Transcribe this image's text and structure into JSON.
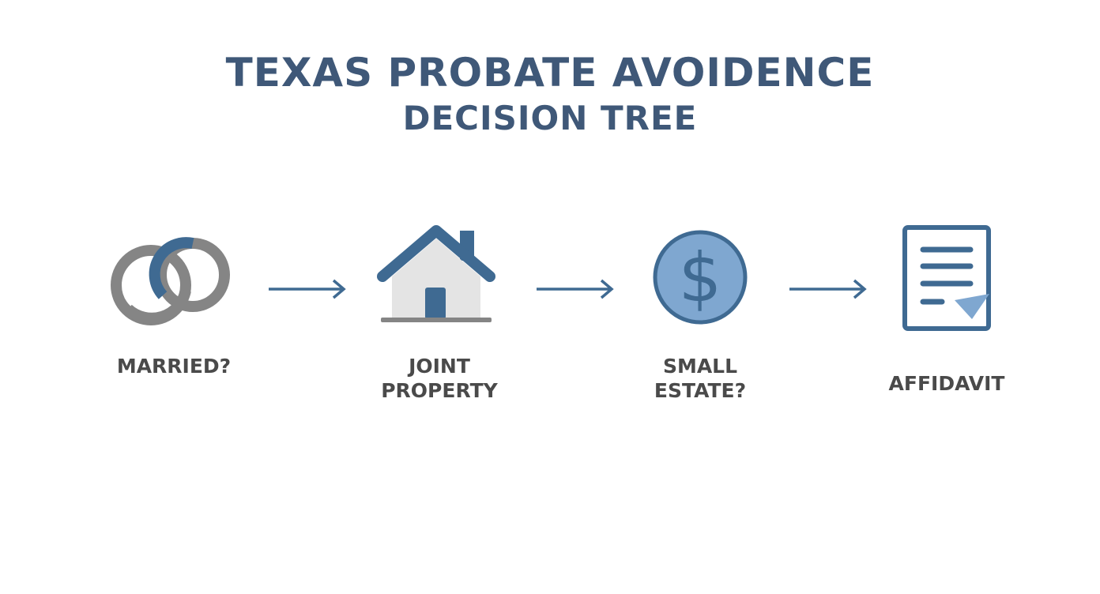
{
  "title": {
    "line1": "TEXAS PROBATE AVOIDENCE",
    "line2": "DECISION TREE"
  },
  "steps": [
    {
      "icon": "interlocked-rings-icon",
      "label_lines": [
        "MARRIED?"
      ]
    },
    {
      "icon": "house-icon",
      "label_lines": [
        "JOINT",
        "PROPERTY"
      ]
    },
    {
      "icon": "dollar-coin-icon",
      "label_lines": [
        "SMALL",
        "ESTATE?"
      ]
    },
    {
      "icon": "document-check-icon",
      "label_lines": [
        "AFFIDAVIT"
      ]
    }
  ],
  "colors": {
    "title": "#3f5878",
    "label": "#4a4a4a",
    "accent_blue": "#3f6a92",
    "light_blue": "#7fa7d0",
    "gray": "#858585",
    "arrow": "#3f6a92"
  }
}
